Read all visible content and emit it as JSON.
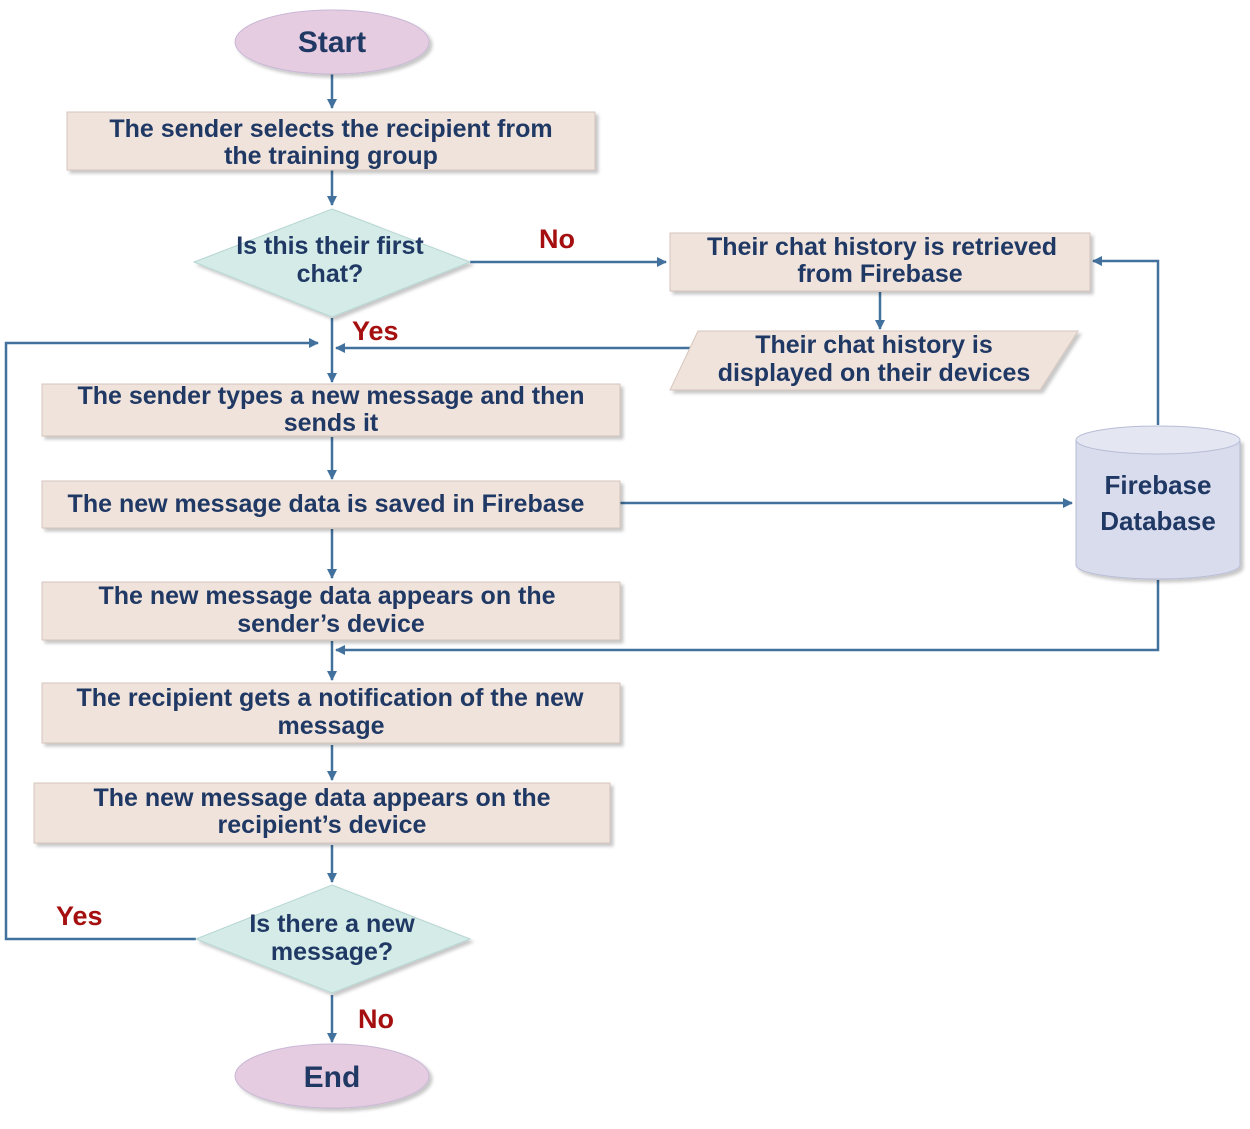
{
  "nodes": {
    "start": {
      "label": "Start"
    },
    "select_recipient": {
      "lines": [
        "The sender selects the recipient from",
        "the training group"
      ]
    },
    "first_chat": {
      "lines": [
        "Is this their first",
        "chat?"
      ]
    },
    "retrieve_history": {
      "lines": [
        "Their chat history is retrieved",
        "from Firebase"
      ]
    },
    "display_history": {
      "lines": [
        "Their chat history is",
        "displayed on their devices"
      ]
    },
    "type_message": {
      "lines": [
        "The sender types a new message and then",
        "sends it"
      ]
    },
    "save_message": {
      "lines": [
        "The new message data is saved in Firebase"
      ]
    },
    "appears_sender": {
      "lines": [
        "The new message data appears on the",
        "sender’s device"
      ]
    },
    "notification": {
      "lines": [
        "The recipient gets a notification of the new",
        "message"
      ]
    },
    "appears_recipient": {
      "lines": [
        "The new message data appears on the",
        "recipient’s device"
      ]
    },
    "new_message": {
      "lines": [
        "Is there a new",
        "message?"
      ]
    },
    "database": {
      "lines": [
        "Firebase",
        "Database"
      ]
    },
    "end": {
      "label": "End"
    }
  },
  "edge_labels": {
    "first_chat_no": "No",
    "first_chat_yes": "Yes",
    "new_message_yes": "Yes",
    "new_message_no": "No"
  },
  "colors": {
    "terminal_fill": "#e6cce0",
    "process_fill": "#efe3dc",
    "decision_fill": "#d4ebe8",
    "database_fill": "#d9dcec",
    "arrow": "#41719c",
    "text": "#1f3864",
    "label": "#a50f0f"
  }
}
